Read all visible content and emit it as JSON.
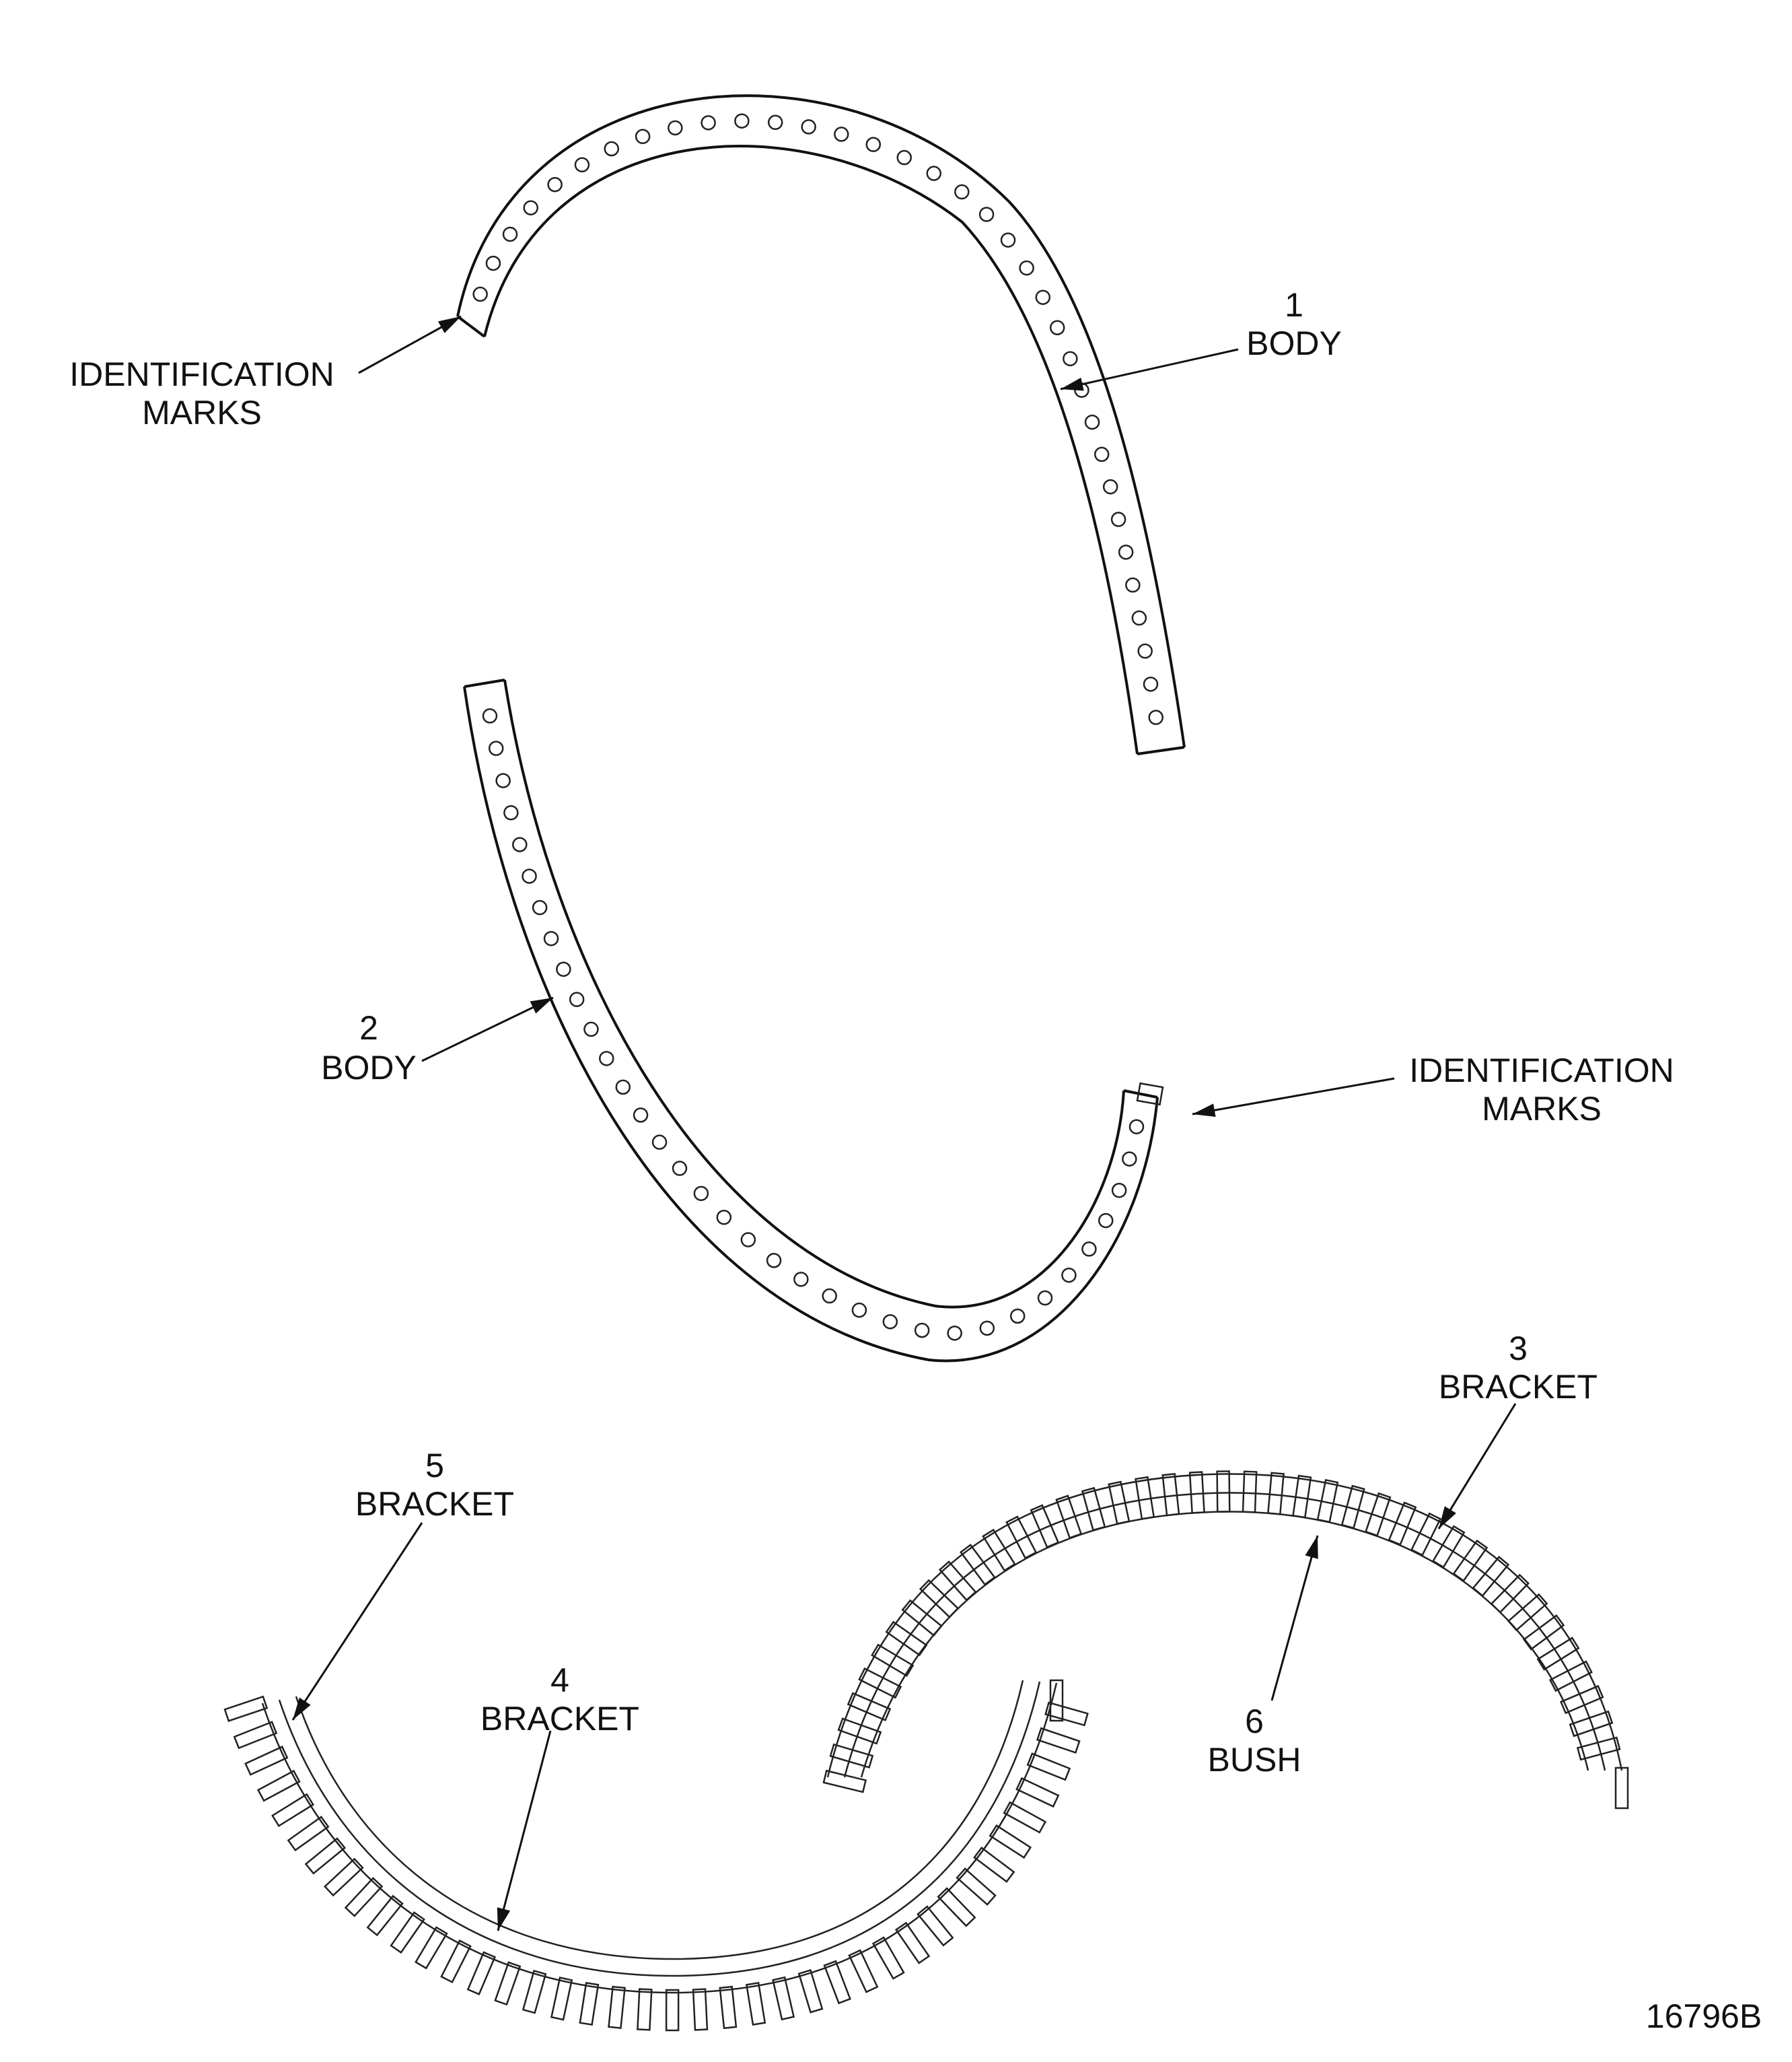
{
  "labels": {
    "body1": {
      "number": "1",
      "name": "BODY"
    },
    "body2": {
      "number": "2",
      "name": "BODY"
    },
    "bracket3": {
      "number": "3",
      "name": "BRACKET"
    },
    "bracket4": {
      "number": "4",
      "name": "BRACKET"
    },
    "bracket5": {
      "number": "5",
      "name": "BRACKET"
    },
    "bush6": {
      "number": "6",
      "name": "BUSH"
    },
    "id_marks_top": {
      "line1": "IDENTIFICATION",
      "line2": "MARKS"
    },
    "id_marks_mid": {
      "line1": "IDENTIFICATION",
      "line2": "MARKS"
    }
  },
  "figure_id": "16796B"
}
